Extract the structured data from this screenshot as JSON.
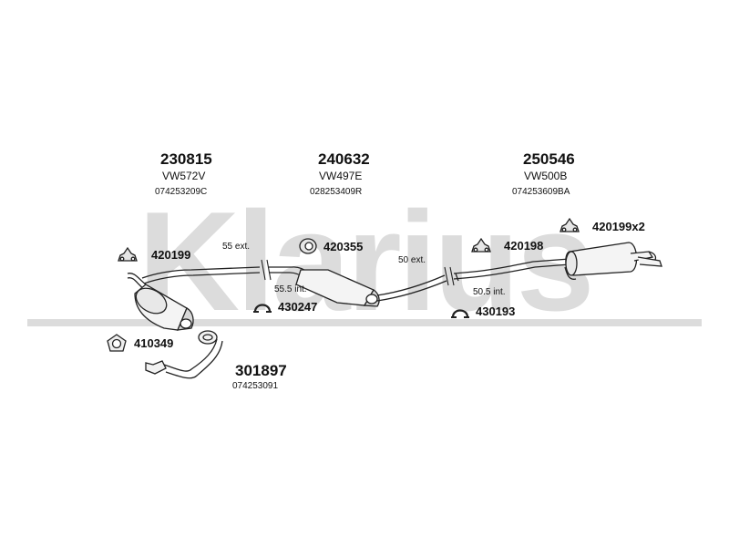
{
  "watermark": {
    "text": "Klarius",
    "color": "#d9d9d9"
  },
  "colors": {
    "line": "#222222",
    "fill": "#f2f2f2",
    "shade": "#bdbdbd"
  },
  "groups": [
    {
      "part": "230815",
      "code": "VW572V",
      "oem": "074253209C"
    },
    {
      "part": "240632",
      "code": "VW497E",
      "oem": "028253409R"
    },
    {
      "part": "250546",
      "code": "VW500B",
      "oem": "074253609BA"
    },
    {
      "part": "301897",
      "oem": "074253091"
    }
  ],
  "fittings": [
    {
      "part": "420199",
      "icon": "hanger-icon"
    },
    {
      "part": "420355",
      "icon": "rubber-ring-icon"
    },
    {
      "part": "420198",
      "icon": "hanger-icon"
    },
    {
      "part": "420199x2",
      "icon": "hanger-icon"
    },
    {
      "part": "430247",
      "icon": "clamp-icon"
    },
    {
      "part": "430193",
      "icon": "clamp-icon"
    },
    {
      "part": "410349",
      "icon": "gasket-icon"
    }
  ],
  "dimensions": [
    {
      "text": "55 ext."
    },
    {
      "text": "55.5 int."
    },
    {
      "text": "50 ext."
    },
    {
      "text": "50.5 int."
    }
  ]
}
